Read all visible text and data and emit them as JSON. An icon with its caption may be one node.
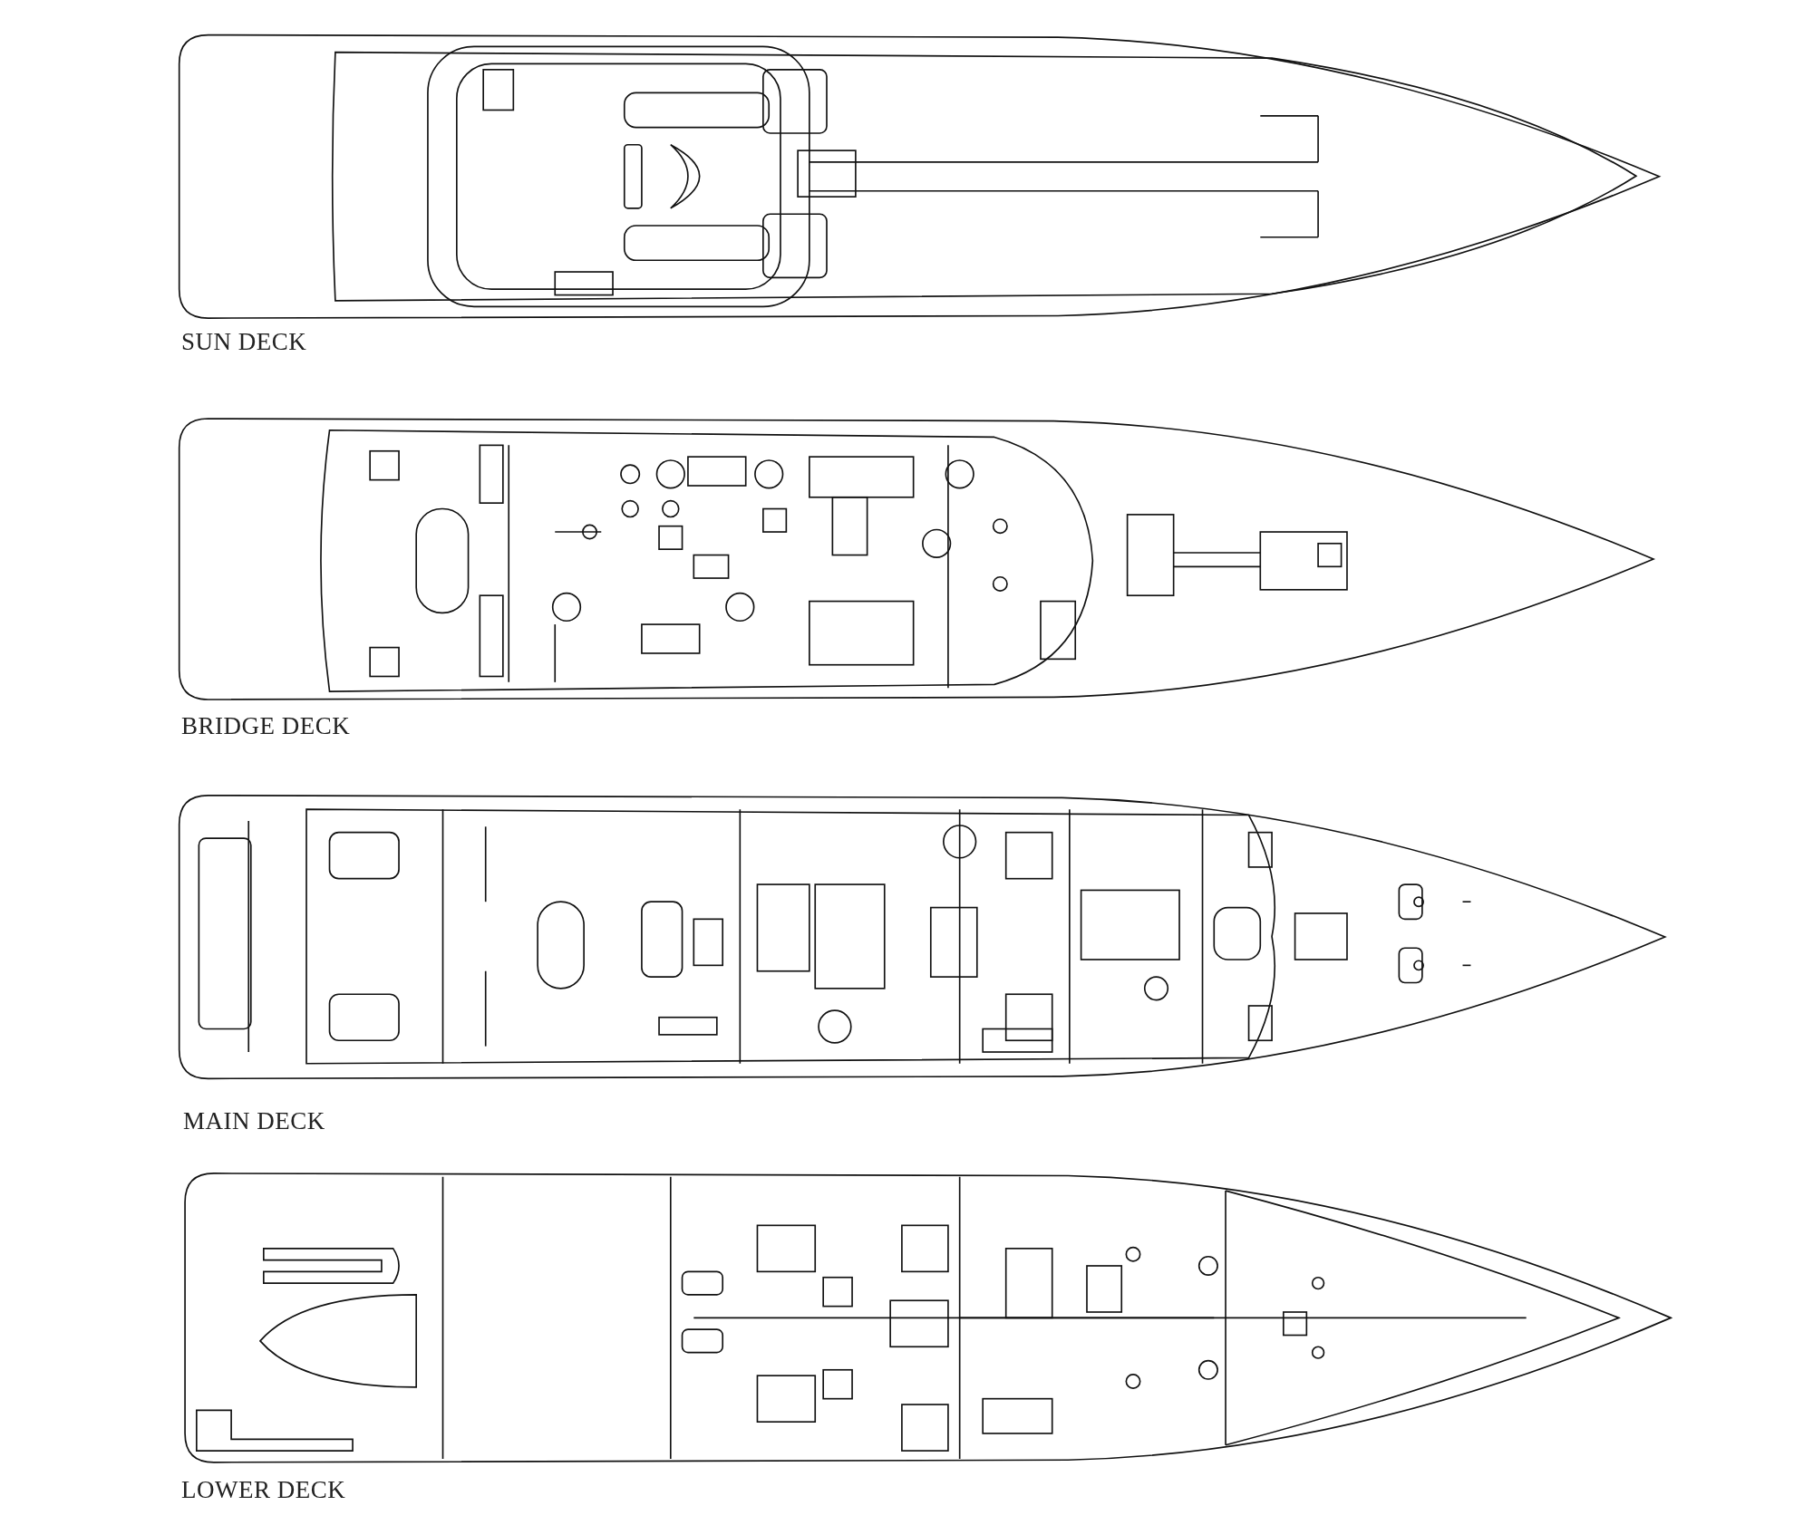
{
  "diagram": {
    "labels": [
      "SUN DECK",
      "BRIDGE DECK",
      "MAIN DECK",
      "LOWER DECK"
    ]
  }
}
